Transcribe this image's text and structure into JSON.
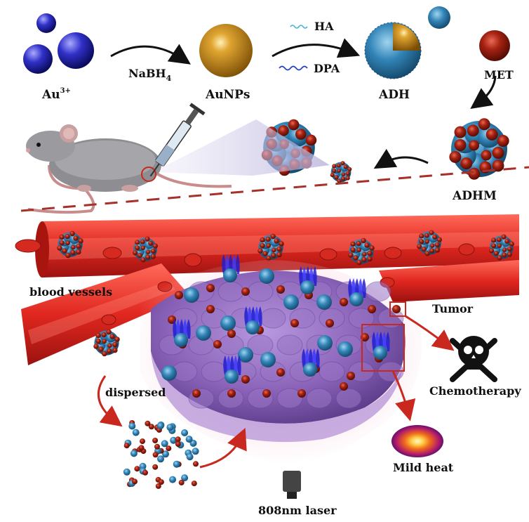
{
  "labels": {
    "au": "Au",
    "au_sup": "3+",
    "nabh": "NaBH",
    "nabh_sub": "4",
    "aunps": "AuNPs",
    "ha": "HA",
    "dpa": "DPA",
    "adh": "ADH",
    "met": "MET",
    "adhm": "ADHM",
    "blood_vessels": "blood vessels",
    "tumor": "Tumor",
    "dispersed": "dispersed",
    "chemotherapy": "Chemotherapy",
    "mild_heat": "Mild heat",
    "laser": "808nm laser"
  },
  "colors": {
    "gold": "#c58a1c",
    "au_ion": "#2a2ab0",
    "met": "#8a1a0c",
    "ha_coat": "#2f7fb4",
    "vessel": "#e0271f",
    "tumor": "#8a63b8",
    "arrow_red": "#c8281e"
  }
}
